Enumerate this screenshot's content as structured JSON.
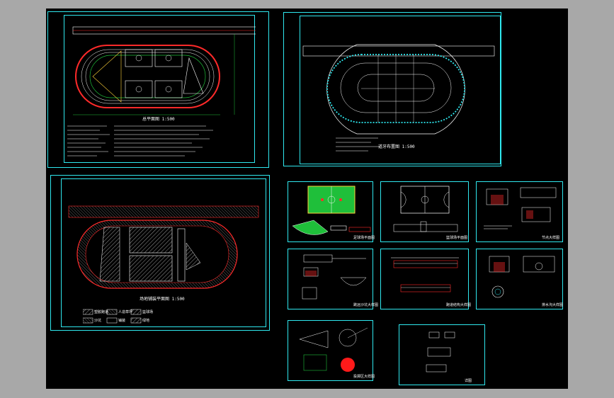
{
  "colors": {
    "window_bg": "#a8a8a8",
    "canvas_bg": "#000000",
    "frame": "#2fe8ef",
    "track": "#ff2a2a",
    "line_white": "#ffffff",
    "field_green": "#1fbf3a",
    "field_yellow": "#ffd23a"
  },
  "viewport": {
    "app": "CAD drawing viewer",
    "content": "athletic field construction drawings"
  },
  "sheets": [
    {
      "id": "sheet-1",
      "caption": "总平面图 1:500"
    },
    {
      "id": "sheet-2",
      "caption": "道牙布置图 1:500"
    },
    {
      "id": "sheet-3",
      "caption": "场地铺装平面图 1:500"
    },
    {
      "id": "sheet-4",
      "caption": "足球场平面图"
    },
    {
      "id": "sheet-5",
      "caption": "篮球场平面图"
    },
    {
      "id": "sheet-6",
      "caption": "节点大样图"
    },
    {
      "id": "sheet-7",
      "caption": "跳远沙坑大样图"
    },
    {
      "id": "sheet-8",
      "caption": "跑道结构大样图"
    },
    {
      "id": "sheet-9",
      "caption": "排水沟大样图"
    },
    {
      "id": "sheet-10",
      "caption": "投掷区大样图"
    },
    {
      "id": "sheet-11",
      "caption": "详图"
    }
  ],
  "legend": {
    "items": [
      "塑胶跑道",
      "人造草坪",
      "篮球场",
      "沙坑",
      "铺装",
      "绿地"
    ]
  }
}
